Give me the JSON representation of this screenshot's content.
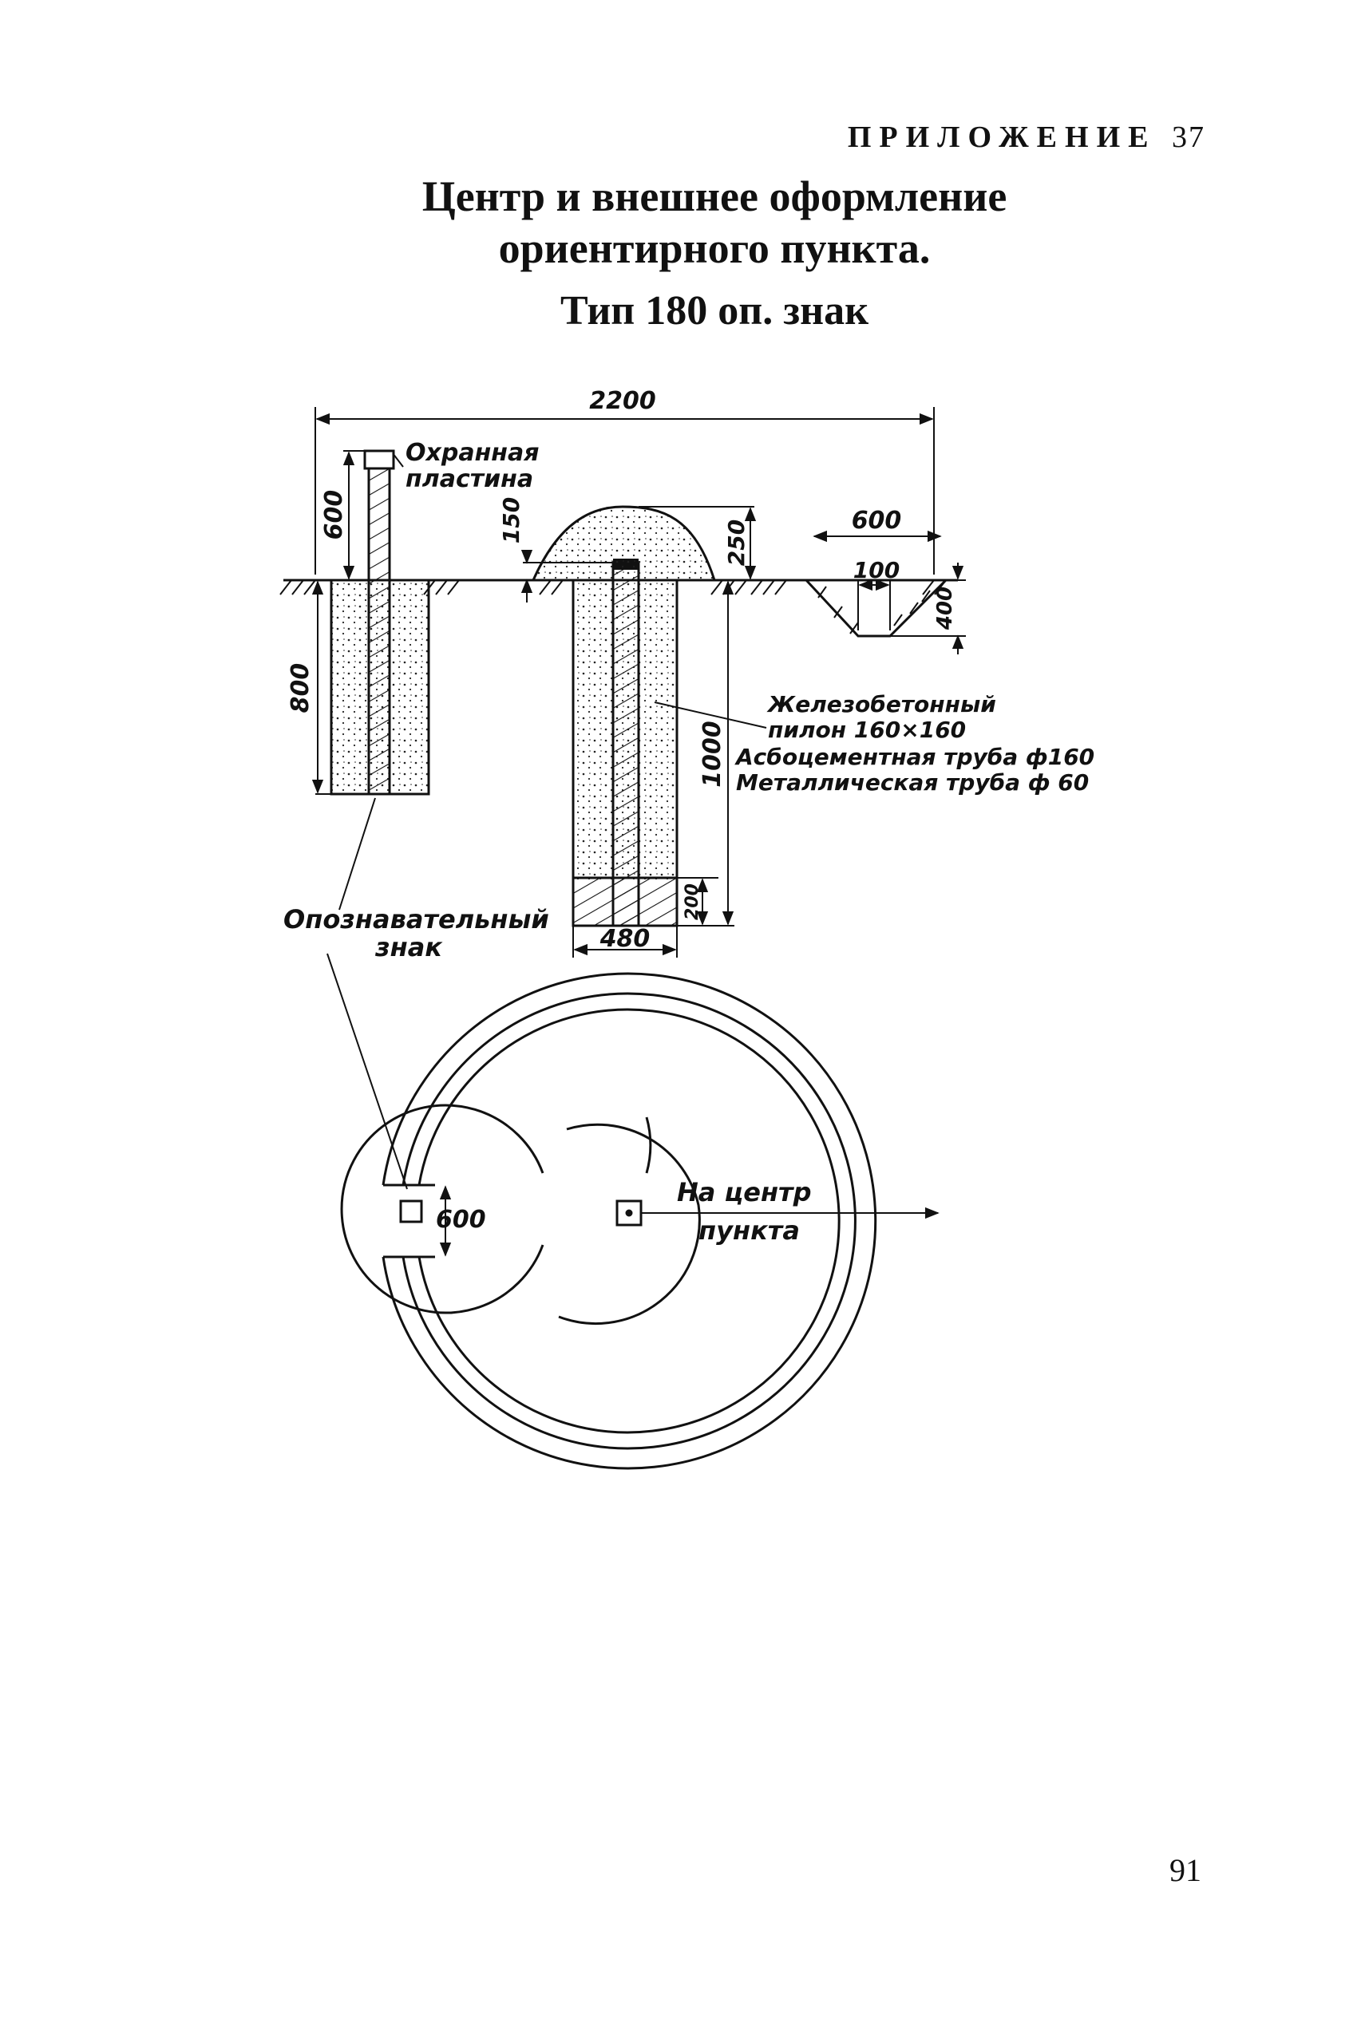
{
  "header": {
    "appendix_label": "ПРИЛОЖЕНИЕ",
    "appendix_number": "37",
    "title_line1": "Центр и внешнее оформление",
    "title_line2": "ориентирного пункта.",
    "subtitle": "Тип 180 оп. знак"
  },
  "dimensions": {
    "total_width": "2200",
    "pole_height": "600",
    "pole_depth": "800",
    "mound_offset": "150",
    "mound_height": "250",
    "ditch_width": "600",
    "ditch_bottom": "100",
    "ditch_depth": "400",
    "pit_depth": "1000",
    "base_height": "200",
    "pit_width": "480",
    "gap_width": "600"
  },
  "labels": {
    "plate_line1": "Охранная",
    "plate_line2": "пластина",
    "pylon_line1": "Железобетонный",
    "pylon_line2": "пилон 160×160",
    "asbestos_pipe": "Асбоцементная труба ф160",
    "metal_pipe": "Металлическая труба ф 60",
    "marker_line1": "Опознавательный",
    "marker_line2": "знак",
    "center_line1": "На центр",
    "center_line2": "пункта"
  },
  "page": {
    "number": "91"
  }
}
